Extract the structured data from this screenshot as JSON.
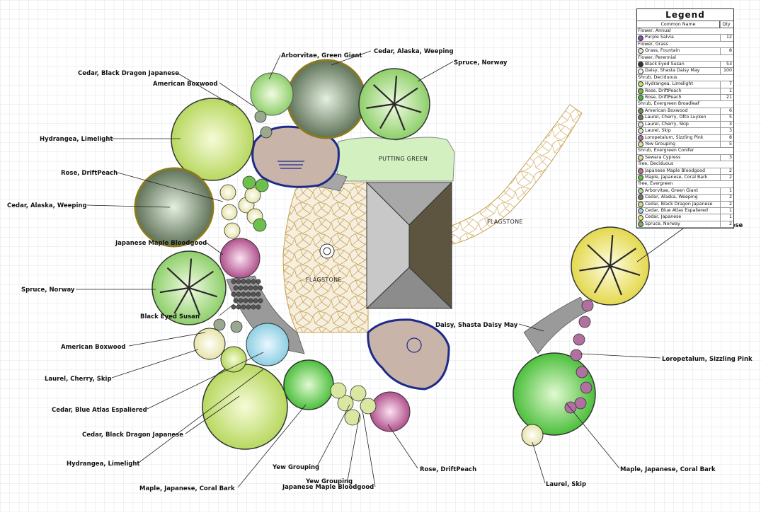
{
  "colors": {
    "grid": "#dfe3ea",
    "flagstone": "#f6efdf",
    "flagstone_line": "#c8a050",
    "green": "#d2f0c0",
    "roof_light": "#bdbdbd",
    "roof_dark": "#5e5540",
    "bed": "#c8b4a8",
    "bed_edge": "#1e2a8a"
  },
  "areas": {
    "putting_green": "PUTTING GREEN",
    "flagstone_main": "FLAGSTONE",
    "flagstone_path": "FLAGSTONE"
  },
  "labels": [
    "Arborvitae, Green Giant",
    "Cedar, Alaska, Weeping",
    "Spruce, Norway",
    "Cedar, Black Dragon Japanese",
    "American Boxwood",
    "Hydrangea, Limelight",
    "Rose, DriftPeach",
    "Cedar, Alaska, Weeping",
    "Japanese Maple Bloodgood",
    "Spruce, Norway",
    "Black Eyed Susan",
    "American Boxwood",
    "Laurel, Cherry, Skip",
    "Cedar, Blue Atlas Espaliered",
    "Cedar, Black Dragon Japanese",
    "Hydrangea, Limelight",
    "Maple, Japanese, Coral Bark",
    "Yew Grouping",
    "Yew Grouping",
    "Japanese Maple Bloodgood",
    "Rose, DriftPeach",
    "Daisy, Shasta Daisy May",
    "Cedar, Japanese",
    "Loropetalum, Sizzling Pink",
    "Maple, Japanese, Coral Bark",
    "Laurel, Skip"
  ],
  "legend": {
    "title": "Legend",
    "col_name": "Common Name",
    "col_qty": "Qty",
    "groups": [
      {
        "name": "Flower, Annual",
        "items": [
          {
            "name": "Purple Salvia",
            "qty": "12",
            "color": "#8a4fb0"
          }
        ]
      },
      {
        "name": "Flower, Grass",
        "items": [
          {
            "name": "Grass, Fountain",
            "qty": "8",
            "color": "#e8e8d0"
          }
        ]
      },
      {
        "name": "Flower, Perennial",
        "items": [
          {
            "name": "Black Eyed Susan",
            "qty": "53",
            "color": "#333333"
          },
          {
            "name": "Daisy, Shasta Daisy May",
            "qty": "100",
            "color": "#f4f4f4"
          }
        ]
      },
      {
        "name": "Shrub, Deciduous",
        "items": [
          {
            "name": "Hydrangea, Limelight",
            "qty": "7",
            "color": "#c8e060"
          },
          {
            "name": "Rose, DriftPeach",
            "qty": "1",
            "color": "#70c040"
          },
          {
            "name": "Rose, DriftPeach",
            "qty": "21",
            "color": "#50b040"
          }
        ]
      },
      {
        "name": "Shrub, Evergreen Broadleaf",
        "items": [
          {
            "name": "American Boxwood",
            "qty": "6",
            "color": "#7a8a60"
          },
          {
            "name": "Laurel, Cherry, Otto Luyken",
            "qty": "5",
            "color": "#6a7a5a"
          },
          {
            "name": "Laurel, Cherry, Skip",
            "qty": "3",
            "color": "#e0e0e0"
          },
          {
            "name": "Laurel, Skip",
            "qty": "3",
            "color": "#d8e8c0"
          },
          {
            "name": "Loropetalum, Sizzling Pink",
            "qty": "8",
            "color": "#b070a0"
          },
          {
            "name": "Yew Grouping",
            "qty": "5",
            "color": "#d8e8a0"
          }
        ]
      },
      {
        "name": "Shrub, Evergreen Conifer",
        "items": [
          {
            "name": "Sewara Cypress",
            "qty": "3",
            "color": "#e0d8a0"
          }
        ]
      },
      {
        "name": "Tree, Deciduous",
        "items": [
          {
            "name": "Japanese Maple Bloodgood",
            "qty": "2",
            "color": "#c070a0"
          },
          {
            "name": "Maple, Japanese, Coral Bark",
            "qty": "2",
            "color": "#60c040"
          }
        ]
      },
      {
        "name": "Tree, Evergreen",
        "items": [
          {
            "name": "Arborvitae, Green Giant",
            "qty": "1",
            "color": "#b8d8a0"
          },
          {
            "name": "Cedar, Alaska, Weeping",
            "qty": "2",
            "color": "#707a70"
          },
          {
            "name": "Cedar, Black Dragon Japanese",
            "qty": "2",
            "color": "#c8e080"
          },
          {
            "name": "Cedar, Blue Atlas Espaliered",
            "qty": "1",
            "color": "#a0d0e0"
          },
          {
            "name": "Cedar, Japanese",
            "qty": "1",
            "color": "#e8e070"
          },
          {
            "name": "Spruce, Norway",
            "qty": "2",
            "color": "#7ab060"
          }
        ]
      }
    ]
  }
}
